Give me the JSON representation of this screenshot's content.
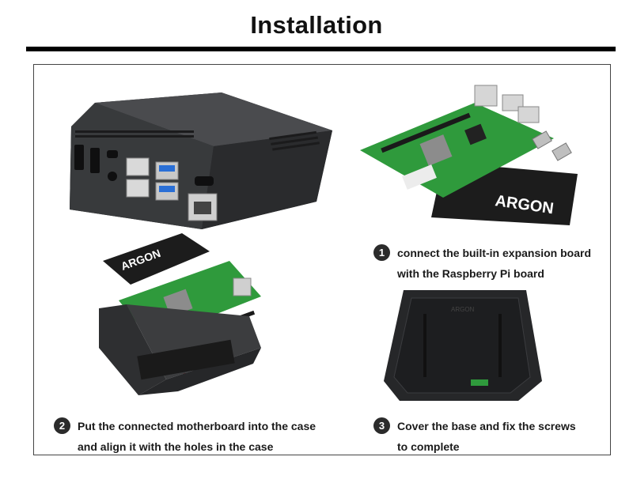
{
  "page": {
    "title": "Installation"
  },
  "steps": [
    {
      "number": "1",
      "line1": "connect the built-in expansion board",
      "line2": "with the Raspberry Pi board"
    },
    {
      "number": "2",
      "line1": "Put the connected motherboard into the case",
      "line2": "and align it with the holes in the case"
    },
    {
      "number": "3",
      "line1": "Cover the base and fix the screws",
      "line2": "to complete"
    }
  ],
  "icons": {
    "step_badge": "numbered-circle-icon"
  },
  "colors": {
    "case_body": "#3a3b3d",
    "pcb_green": "#2f9a3c",
    "expansion_board": "#1c1c1c",
    "usb3_blue": "#2a6fd6",
    "guide_lines": "#e01818"
  }
}
